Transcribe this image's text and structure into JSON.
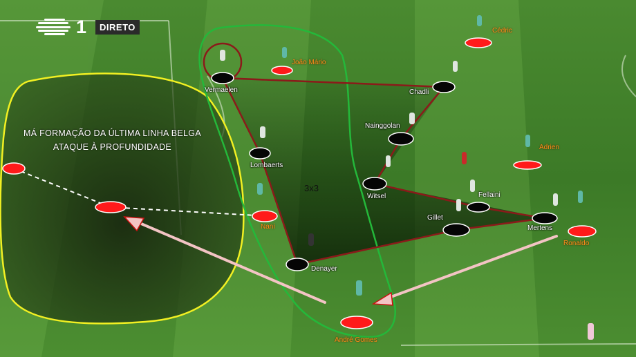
{
  "broadcast": {
    "channel_number": "1",
    "live_label": "DIRETO"
  },
  "annotation": {
    "line1": "MÁ FORMAÇÃO DA ÚLTIMA LINHA BELGA",
    "line2": "ATAQUE À PROFUNDIDADE",
    "zone": "3x3"
  },
  "belgium_players": [
    {
      "id": "vermaelen",
      "name": "Vermaelen"
    },
    {
      "id": "chadli",
      "name": "Chadli"
    },
    {
      "id": "nainggolan",
      "name": "Nainggolan"
    },
    {
      "id": "lombaerts",
      "name": "Lombaerts"
    },
    {
      "id": "witsel",
      "name": "Witsel"
    },
    {
      "id": "fellaini",
      "name": "Fellaini"
    },
    {
      "id": "gillet",
      "name": "Gillet"
    },
    {
      "id": "mertens",
      "name": "Mertens"
    },
    {
      "id": "denayer",
      "name": "Denayer"
    }
  ],
  "portugal_players": [
    {
      "id": "cedric",
      "name": "Cédric"
    },
    {
      "id": "joao-mario",
      "name": "João Mário"
    },
    {
      "id": "adrien",
      "name": "Adrien"
    },
    {
      "id": "nani",
      "name": "Nani"
    },
    {
      "id": "ronaldo",
      "name": "Ronaldo"
    },
    {
      "id": "andre-gomes",
      "name": "André Gomes"
    }
  ],
  "colors": {
    "pitch": "#3f7f2a",
    "belgium_marker": "#000000",
    "portugal_marker": "#ff1a1a",
    "defensive_line": "#8b1a1a",
    "space_zone": "#ffff33",
    "pressure_zone": "#22bb33",
    "runs": "#f5c9c9"
  }
}
